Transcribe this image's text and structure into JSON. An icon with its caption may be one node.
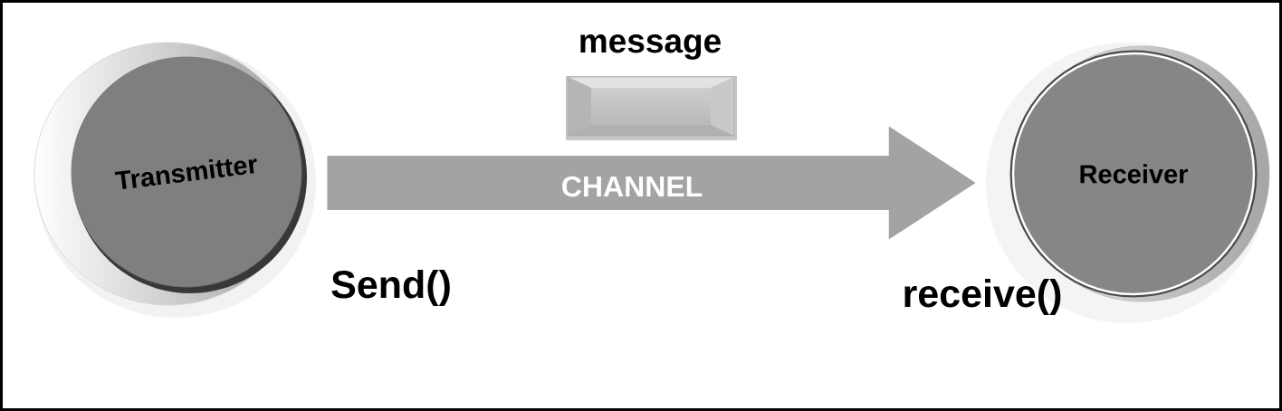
{
  "diagram": {
    "nodes": [
      {
        "text": [
          "Transmitter"
        ],
        "beside": [
          "Send()"
        ]
      },
      {
        "text": [
          "message"
        ]
      },
      {
        "text": [
          "Receiver"
        ],
        "beside": [
          "receive()"
        ]
      }
    ],
    "edges": [
      {
        "from": 0,
        "to": 2,
        "arrow": "to",
        "label": "CHANNEL"
      }
    ]
  }
}
